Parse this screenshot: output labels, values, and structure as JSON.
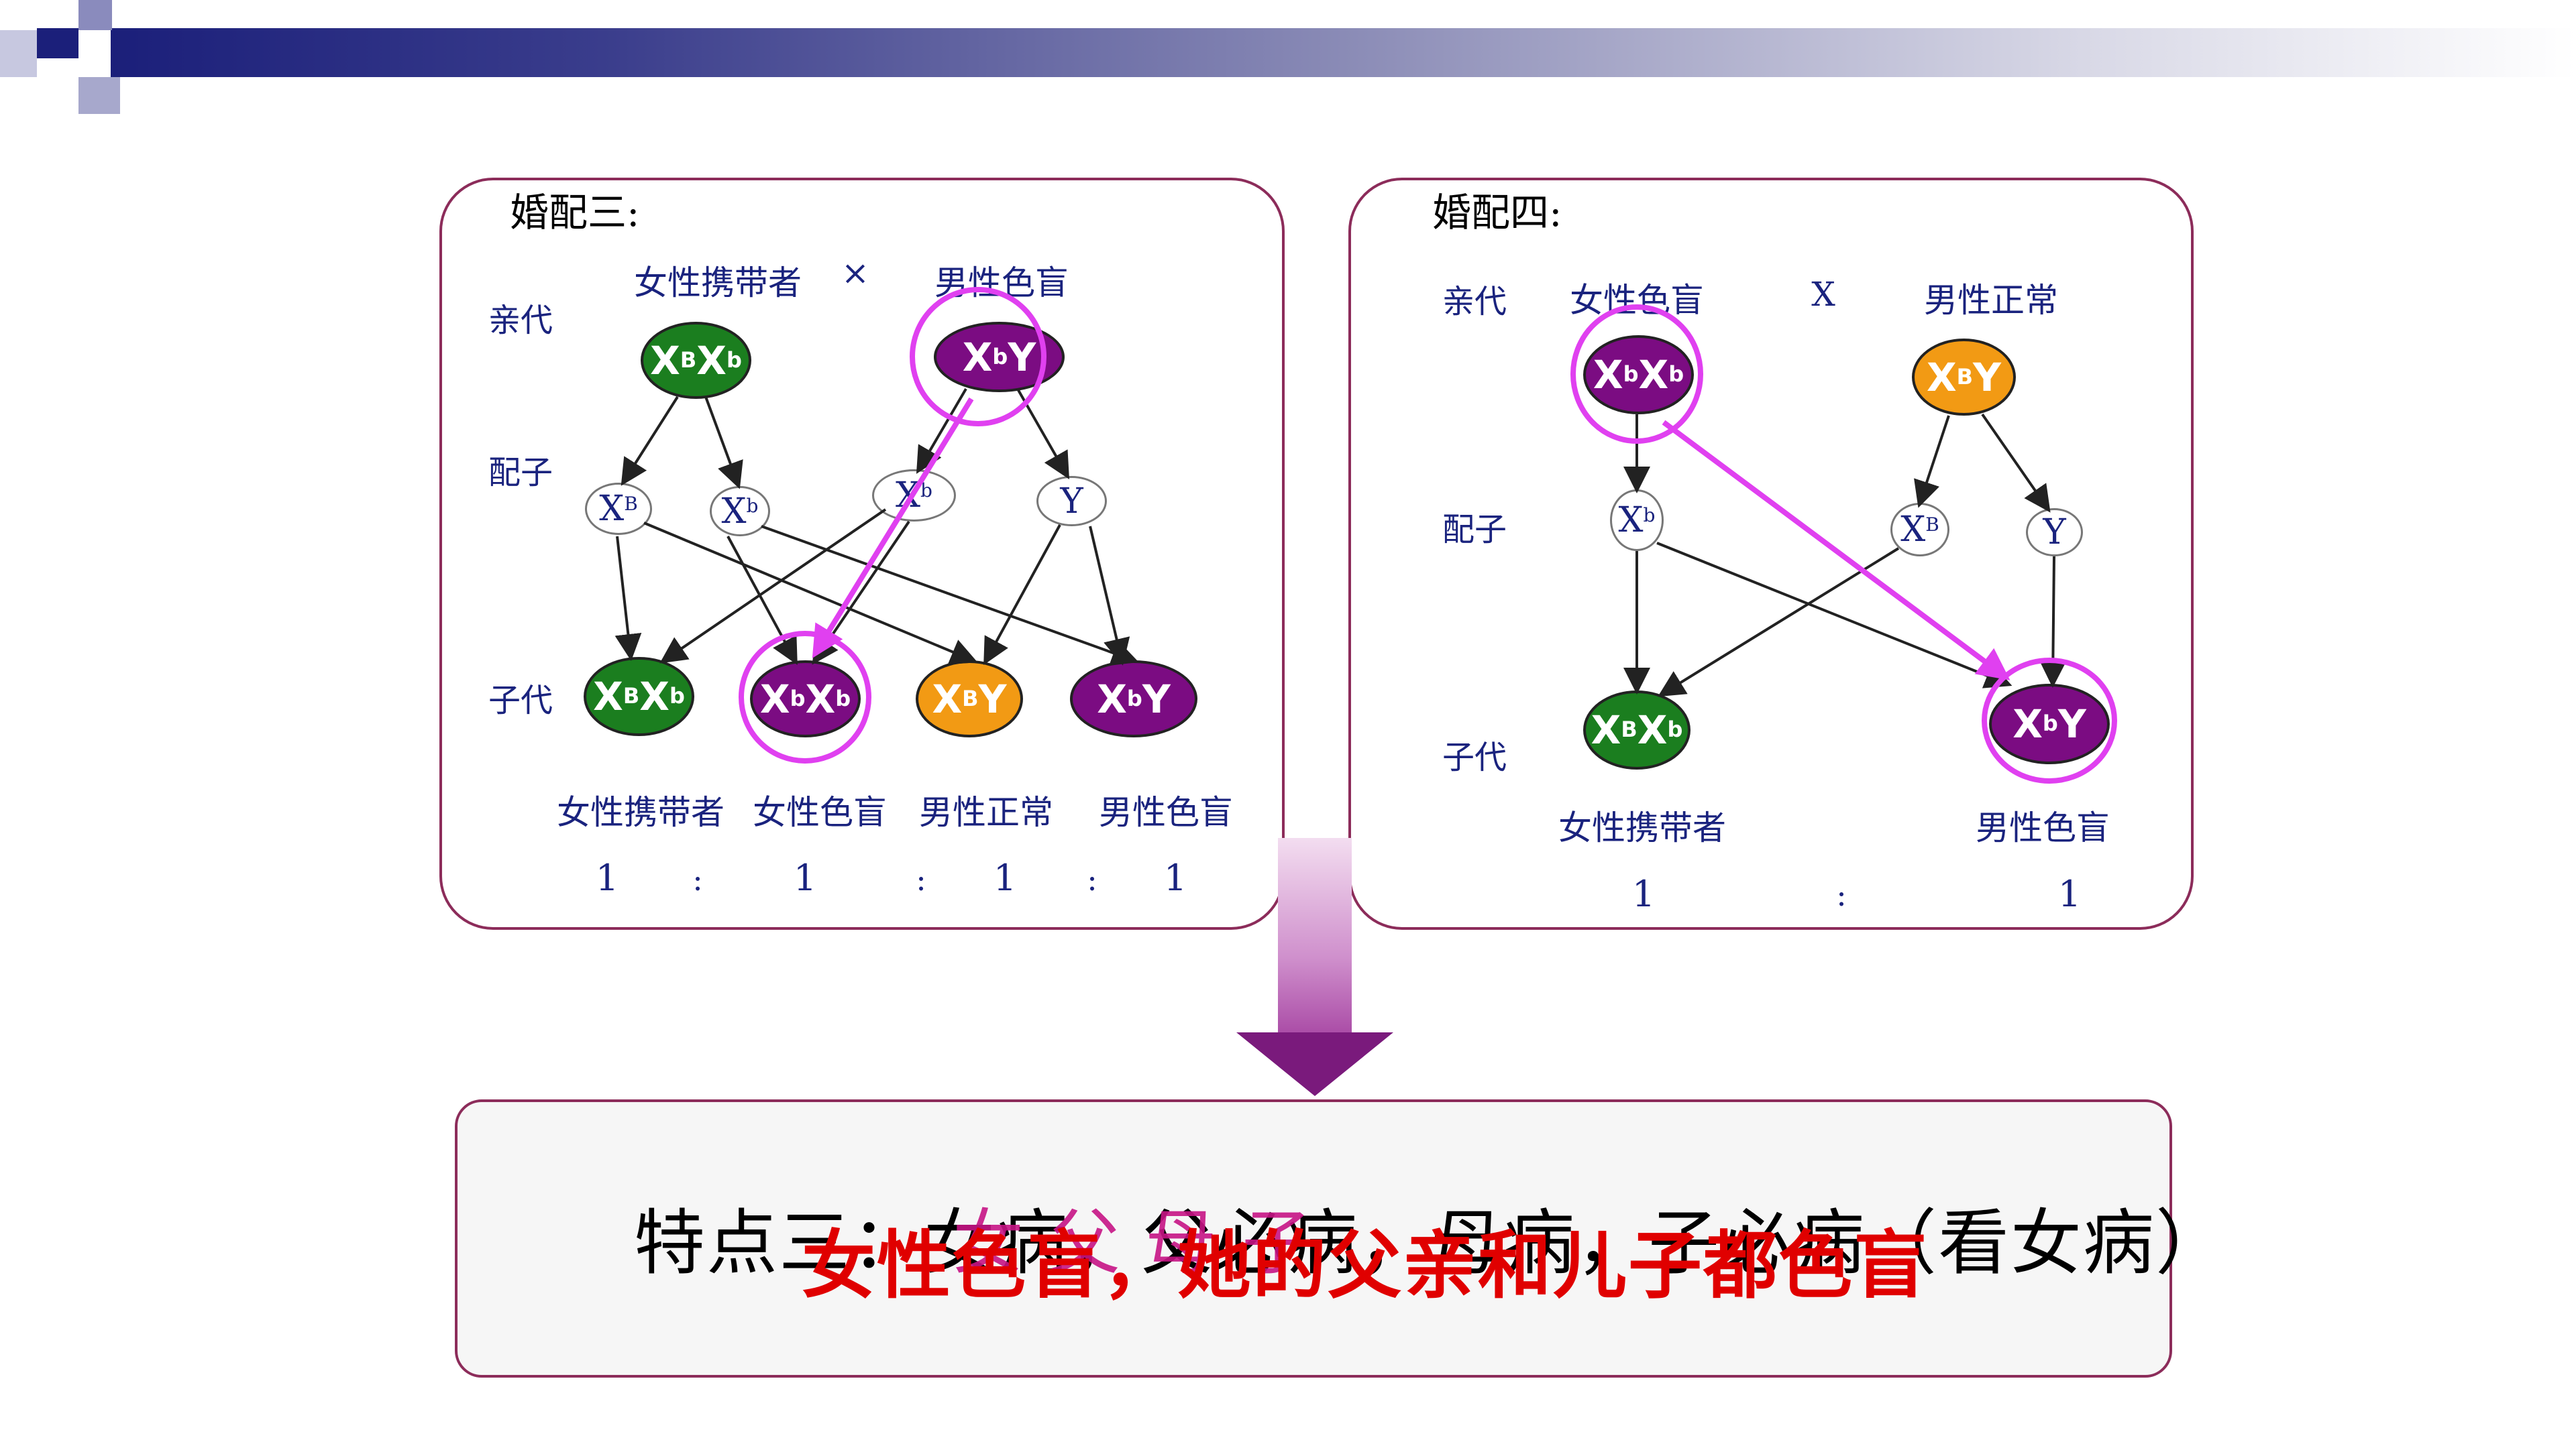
{
  "colors": {
    "header_dark": "#1b1f7a",
    "panel_border": "#8c2c5a",
    "label_navy": "#1a237e",
    "green": "#1b7e1f",
    "purple": "#7b0c82",
    "orange": "#f29a14",
    "highlight_magenta": "#e040f0",
    "text_red": "#e00000",
    "text_magenta": "#c71585"
  },
  "panel3": {
    "title": "婚配三:",
    "labels": {
      "parent": "亲代",
      "gamete": "配子",
      "offspring": "子代"
    },
    "cross": "×",
    "parents": [
      {
        "phenotype": "女性携带者",
        "genotype": {
          "a": "X",
          "a_sup": "B",
          "b": "X",
          "b_sup": "b"
        },
        "color": "green"
      },
      {
        "phenotype": "男性色盲",
        "genotype": {
          "a": "X",
          "a_sup": "b",
          "b": "Y",
          "b_sup": ""
        },
        "color": "purple"
      }
    ],
    "gametes": [
      {
        "base": "X",
        "sup": "B"
      },
      {
        "base": "X",
        "sup": "b"
      },
      {
        "base": "X",
        "sup": "b"
      },
      {
        "base": "Y",
        "sup": ""
      }
    ],
    "offspring": [
      {
        "phenotype": "女性携带者",
        "genotype": {
          "a": "X",
          "a_sup": "B",
          "b": "X",
          "b_sup": "b"
        },
        "color": "green"
      },
      {
        "phenotype": "女性色盲",
        "genotype": {
          "a": "X",
          "a_sup": "b",
          "b": "X",
          "b_sup": "b"
        },
        "color": "purple"
      },
      {
        "phenotype": "男性正常",
        "genotype": {
          "a": "X",
          "a_sup": "B",
          "b": "Y",
          "b_sup": ""
        },
        "color": "orange"
      },
      {
        "phenotype": "男性色盲",
        "genotype": {
          "a": "X",
          "a_sup": "b",
          "b": "Y",
          "b_sup": ""
        },
        "color": "purple"
      }
    ],
    "ratio": [
      "1",
      ":",
      "1",
      ":",
      "1",
      ":",
      "1"
    ]
  },
  "panel4": {
    "title": "婚配四:",
    "labels": {
      "parent": "亲代",
      "gamete": "配子",
      "offspring": "子代"
    },
    "cross": "X",
    "parents": [
      {
        "phenotype": "女性色盲",
        "genotype": {
          "a": "X",
          "a_sup": "b",
          "b": "X",
          "b_sup": "b"
        },
        "color": "purple"
      },
      {
        "phenotype": "男性正常",
        "genotype": {
          "a": "X",
          "a_sup": "B",
          "b": "Y",
          "b_sup": ""
        },
        "color": "orange"
      }
    ],
    "gametes": [
      {
        "base": "X",
        "sup": "b"
      },
      {
        "base": "X",
        "sup": "B"
      },
      {
        "base": "Y",
        "sup": ""
      }
    ],
    "offspring": [
      {
        "phenotype": "女性携带者",
        "genotype": {
          "a": "X",
          "a_sup": "B",
          "b": "X",
          "b_sup": "b"
        },
        "color": "green"
      },
      {
        "phenotype": "男性色盲",
        "genotype": {
          "a": "X",
          "a_sup": "b",
          "b": "Y",
          "b_sup": ""
        },
        "color": "purple"
      }
    ],
    "ratio": [
      "1",
      ":",
      "1"
    ]
  },
  "feature": {
    "base_text": "特点三：女病，父必病，母病，子必病（看女病）",
    "overlay_magenta": "女    父             母    子",
    "overlay_red": "女性色盲，她的父亲和儿子都色盲"
  }
}
